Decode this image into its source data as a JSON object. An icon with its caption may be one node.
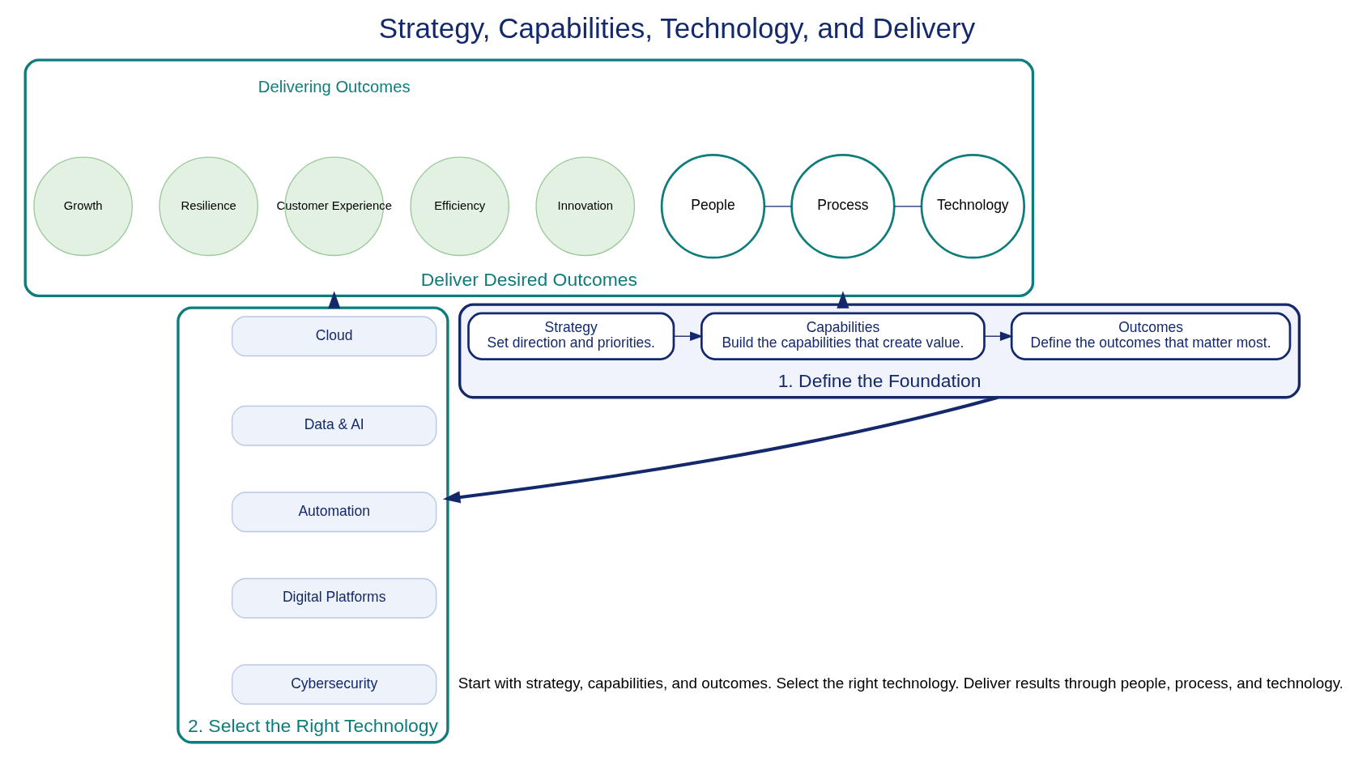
{
  "diagram": {
    "title": "Strategy, Capabilities, Technology, and Delivery",
    "caption": "Start with strategy, capabilities, and outcomes. Select the right technology. Deliver results through people, process, and technology.",
    "nodes": [
      {
        "text": [
          "Deliver Desired Outcomes"
        ]
      },
      {
        "text": [
          "People"
        ],
        "in": 0
      },
      {
        "text": [
          "Process"
        ],
        "in": 0
      },
      {
        "text": [
          "Technology"
        ],
        "in": 0
      },
      {
        "text": [
          "Innovation"
        ],
        "in": 0
      },
      {
        "text": [
          "Efficiency"
        ],
        "in": 0
      },
      {
        "text": [
          "Customer Experience"
        ],
        "in": 0
      },
      {
        "text": [
          "Resilience"
        ],
        "in": 0
      },
      {
        "text": [
          "Growth"
        ],
        "in": 0
      },
      {
        "text": [
          "1. Define the Foundation"
        ]
      },
      {
        "text": [
          "Strategy",
          "Set direction and priorities."
        ],
        "in": 9
      },
      {
        "text": [
          "Capabilities",
          "Build the capabilities that create value."
        ],
        "in": 9
      },
      {
        "text": [
          "Outcomes",
          "Define the outcomes that matter most."
        ],
        "in": 9
      },
      {
        "text": [
          "2. Select the Right Technology"
        ]
      },
      {
        "text": [
          "Cloud"
        ],
        "in": 13
      },
      {
        "text": [
          "Data & AI"
        ],
        "in": 13
      },
      {
        "text": [
          "Automation"
        ],
        "in": 13
      },
      {
        "text": [
          "Digital Platforms"
        ],
        "in": 13
      },
      {
        "text": [
          "Cybersecurity"
        ],
        "in": 13
      }
    ],
    "edges": [
      {
        "from": 1,
        "to": 2,
        "arrow": "none"
      },
      {
        "from": 2,
        "to": 3,
        "arrow": "none"
      },
      {
        "from": 10,
        "to": 11,
        "arrow": "to"
      },
      {
        "from": 11,
        "to": 12,
        "arrow": "to"
      },
      {
        "from": 9,
        "to": 13,
        "arrow": "to",
        "style": "thick"
      },
      {
        "from": 9,
        "to": 0,
        "arrow": "to",
        "style": "thick"
      },
      {
        "from": 13,
        "to": 0,
        "arrow": "to",
        "style": "thick"
      }
    ],
    "labels": [
      "Delivering Outcomes"
    ]
  }
}
